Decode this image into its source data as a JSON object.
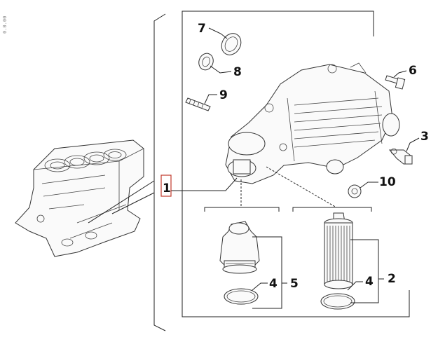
{
  "diagram": {
    "corner_stamp": "0.0.00",
    "callouts": [
      {
        "id": "1",
        "label": "1",
        "selected": true
      },
      {
        "id": "2",
        "label": "2"
      },
      {
        "id": "3",
        "label": "3"
      },
      {
        "id": "4a",
        "label": "4"
      },
      {
        "id": "4b",
        "label": "4"
      },
      {
        "id": "5",
        "label": "5"
      },
      {
        "id": "6",
        "label": "6"
      },
      {
        "id": "7",
        "label": "7"
      },
      {
        "id": "8",
        "label": "8"
      },
      {
        "id": "9",
        "label": "9"
      },
      {
        "id": "10",
        "label": "10"
      }
    ],
    "colors": {
      "line": "#222222",
      "selection": "#c0392b",
      "background": "#ffffff"
    }
  }
}
